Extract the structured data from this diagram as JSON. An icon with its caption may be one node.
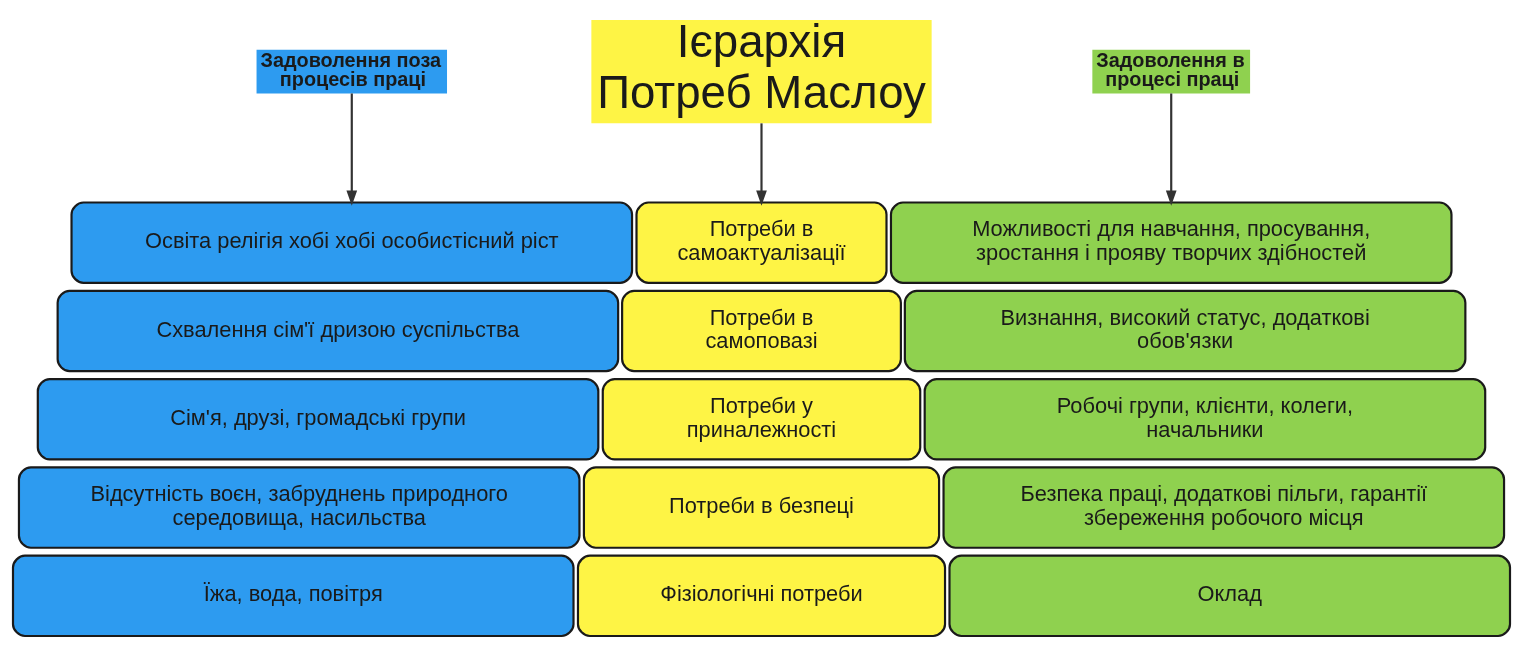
{
  "diagram": {
    "nodes": [
      {
        "text": [
          "Задоволення поза процесів праці"
        ]
      },
      {
        "text": [
          "Ієрархія Потреб Маслоу"
        ]
      },
      {
        "text": [
          "Задоволення в процесі праці"
        ]
      },
      {
        "text": [
          "Освіта релігія хобі хобі особистісний ріст"
        ]
      },
      {
        "text": [
          "Потреби в самоактуалізації"
        ]
      },
      {
        "text": [
          "Можливості для навчання, просування, зростання і прояву творчих здібностей"
        ]
      },
      {
        "text": [
          "Схвалення сім'ї дризою суспільства"
        ]
      },
      {
        "text": [
          "Потреби в самоповазі"
        ]
      },
      {
        "text": [
          "Визнання, високий статус, додаткові обов'язки"
        ]
      },
      {
        "text": [
          "Сім'я, друзі, громадські групи"
        ]
      },
      {
        "text": [
          "Потреби у приналежності"
        ]
      },
      {
        "text": [
          "Робочі групи, клієнти, колеги, начальники"
        ]
      },
      {
        "text": [
          "Відсутність воєн, забруднень природного середовища, насильства"
        ]
      },
      {
        "text": [
          "Потреби в безпеці"
        ]
      },
      {
        "text": [
          "Безпека праці, додаткові пільги, гарантії збереження робочого місця"
        ]
      },
      {
        "text": [
          "Їжа, вода, повітря"
        ]
      },
      {
        "text": [
          "Фізіологічні потреби"
        ]
      },
      {
        "text": [
          "Оклад"
        ]
      }
    ],
    "edges": [
      {
        "from": 0,
        "to": 3,
        "arrow": "to"
      },
      {
        "from": 1,
        "to": 4,
        "arrow": "to"
      },
      {
        "from": 2,
        "to": 5,
        "arrow": "to"
      }
    ]
  }
}
